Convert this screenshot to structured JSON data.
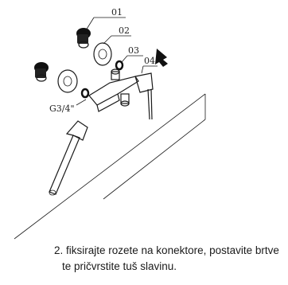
{
  "labels": {
    "part_01": "01",
    "part_02": "02",
    "part_03": "03",
    "part_04": "04",
    "thread": "G3/4\""
  },
  "caption": {
    "line1": "2. fiksirajte rozete na konektore, postavite brtve",
    "line2": "te pričvrstite tuš slavinu."
  }
}
